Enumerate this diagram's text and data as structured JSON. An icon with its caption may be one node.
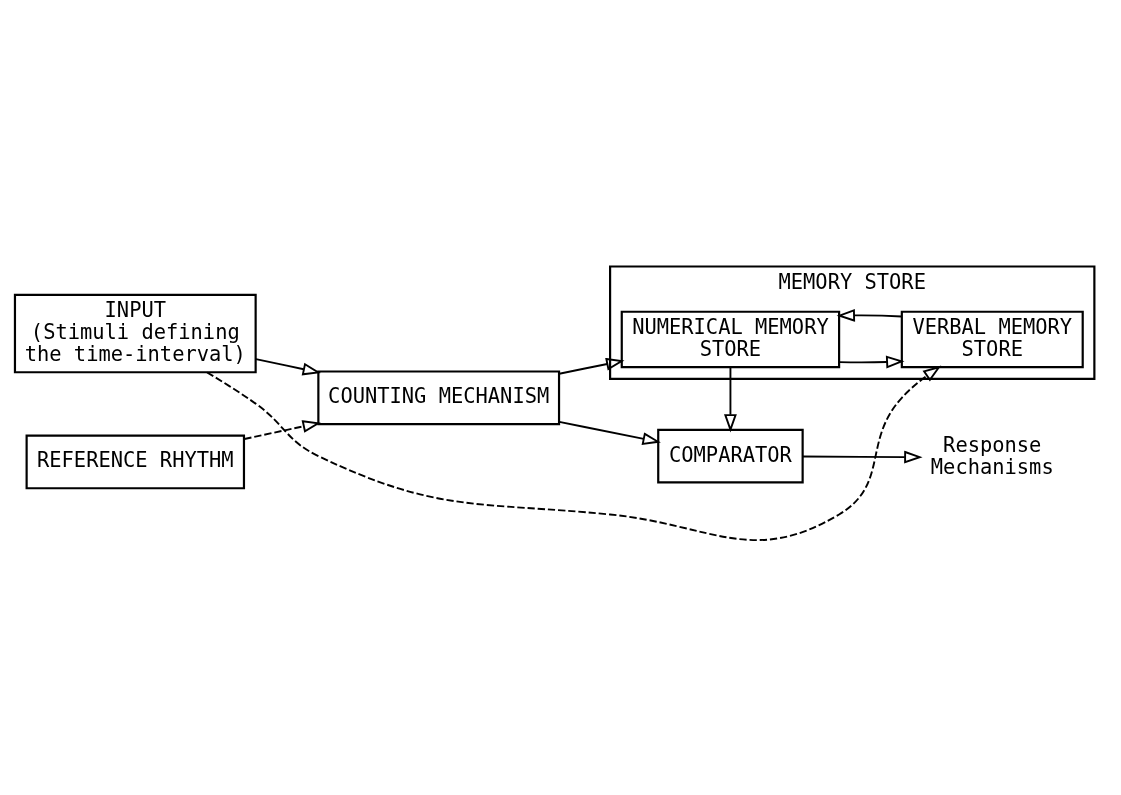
{
  "diagram": {
    "nodes": [
      {
        "text": [
          "INPUT",
          "(Stimuli defining the time-interval)"
        ]
      },
      {
        "text": [
          "REFERENCE RHYTHM"
        ]
      },
      {
        "text": [
          "COUNTING MECHANISM"
        ]
      },
      {
        "text": [
          "MEMORY STORE"
        ]
      },
      {
        "text": [
          "NUMERICAL MEMORY STORE"
        ],
        "in": 3
      },
      {
        "text": [
          "VERBAL MEMORY STORE"
        ],
        "in": 3
      },
      {
        "text": [
          "COMPARATOR"
        ]
      },
      {
        "text": [
          "Response Mechanisms"
        ]
      }
    ],
    "edges": [
      {
        "from": 0,
        "to": 2,
        "arrow": "to"
      },
      {
        "from": 1,
        "to": 2,
        "arrow": "to",
        "style": "dashed"
      },
      {
        "from": 2,
        "to": 4,
        "arrow": "to"
      },
      {
        "from": 4,
        "to": 5,
        "arrow": "to"
      },
      {
        "from": 5,
        "to": 4,
        "arrow": "to"
      },
      {
        "from": 0,
        "to": 5,
        "arrow": "to",
        "style": "dashed"
      },
      {
        "from": 2,
        "to": 6,
        "arrow": "to"
      },
      {
        "from": 4,
        "to": 6,
        "arrow": "to"
      },
      {
        "from": 6,
        "to": 7,
        "arrow": "to"
      }
    ]
  }
}
